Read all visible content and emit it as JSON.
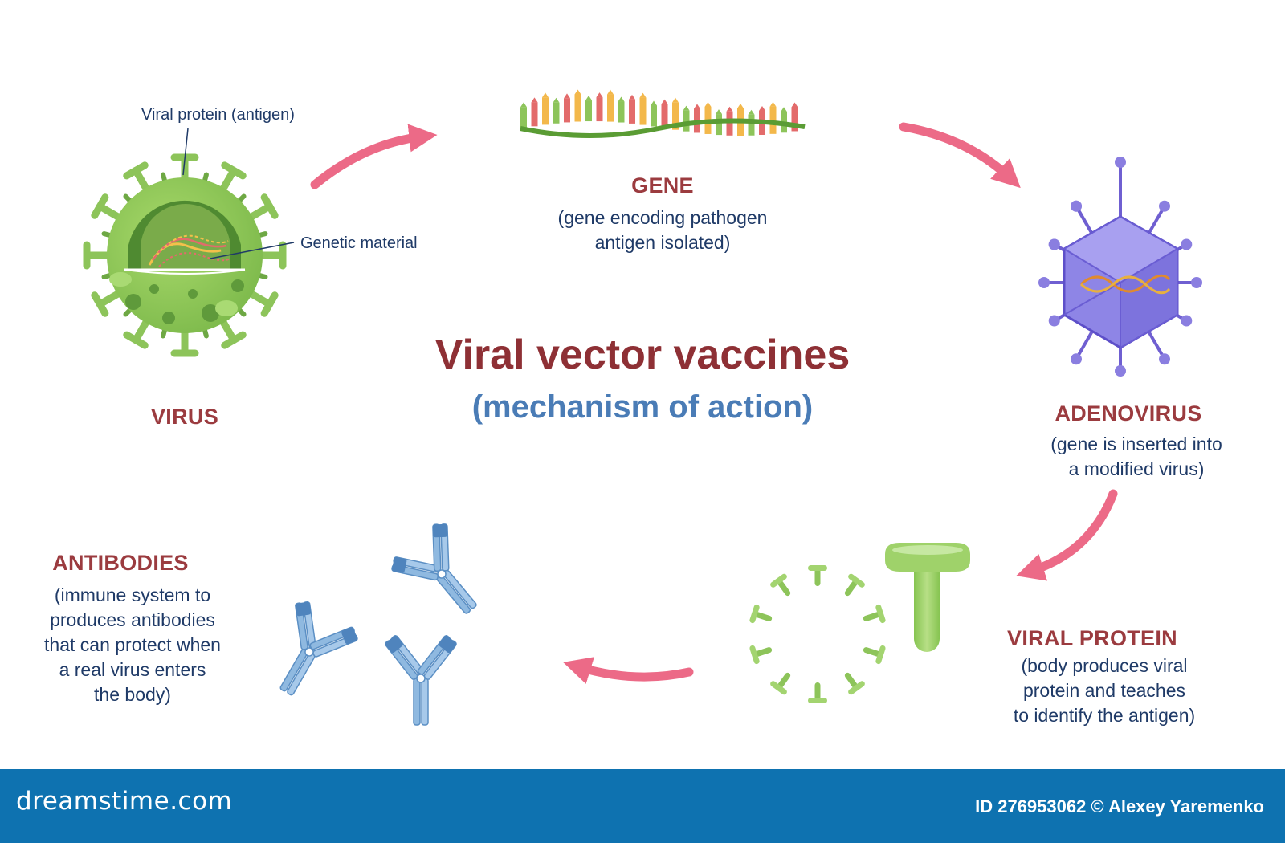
{
  "title": "Viral vector vaccines",
  "subtitle": "(mechanism of action)",
  "steps": {
    "virus": {
      "heading": "VIRUS"
    },
    "gene": {
      "heading": "GENE",
      "desc_lines": [
        "(gene encoding pathogen",
        "antigen isolated)"
      ]
    },
    "adenovirus": {
      "heading": "ADENOVIRUS",
      "desc_lines": [
        "(gene is inserted into",
        "a modified virus)"
      ]
    },
    "viral_protein": {
      "heading": "VIRAL PROTEIN",
      "desc_lines": [
        "(body produces viral",
        "protein and teaches",
        "to identify the antigen)"
      ]
    },
    "antibodies": {
      "heading": "ANTIBODIES",
      "desc_lines": [
        "(immune system to",
        "produces antibodies",
        "that can protect when",
        "a real virus enters",
        "the body)"
      ]
    }
  },
  "callouts": {
    "viral_protein": "Viral protein (antigen)",
    "genetic_material": "Genetic material"
  },
  "footer": {
    "brand": "dreamstime.com",
    "credit": "ID 276953062 © Alexey Yaremenko"
  },
  "colors": {
    "heading": "#9b3b3f",
    "title": "#8e3035",
    "subtitle": "#4a7cb6",
    "text": "#1f3a67",
    "arrow": "#ec6a87",
    "virus_green": "#8dc45a",
    "adenovirus_purple": "#6f5fd1",
    "antibody_blue": "#8fb9e0",
    "footer_bg": "#0e72b0"
  }
}
